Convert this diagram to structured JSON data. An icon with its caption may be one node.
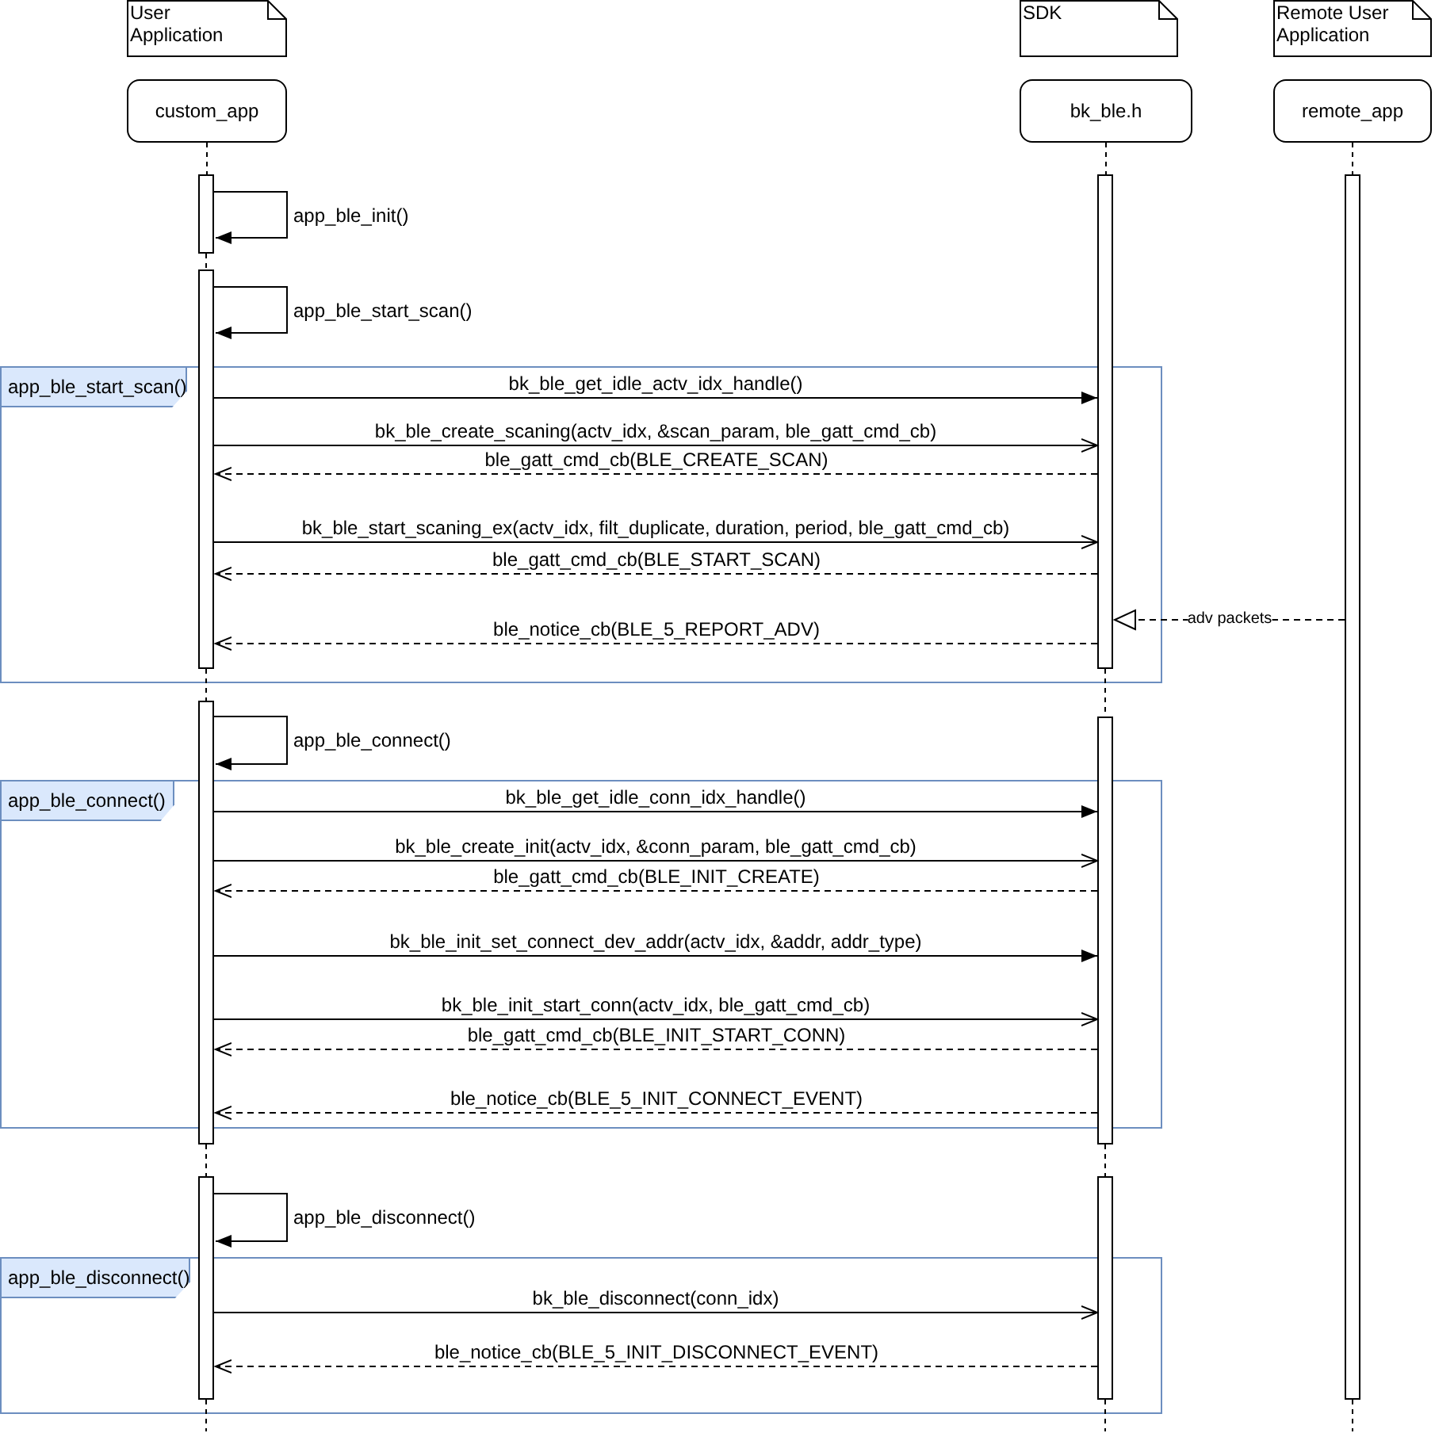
{
  "diagram": {
    "nodes": [
      {
        "text": [
          "User Application"
        ]
      },
      {
        "text": [
          "SDK"
        ]
      },
      {
        "text": [
          "Remote User Application"
        ]
      },
      {
        "text": [
          "custom_app"
        ]
      },
      {
        "text": [
          "bk_ble.h"
        ]
      },
      {
        "text": [
          "remote_app"
        ]
      },
      {
        "text": [],
        "shape": "bar"
      },
      {
        "text": [],
        "shape": "bar"
      },
      {
        "text": [],
        "shape": "bar"
      },
      {
        "text": [],
        "shape": "bar"
      },
      {
        "text": [
          "app_ble_start_scan()"
        ]
      },
      {
        "text": [],
        "shape": "bar"
      },
      {
        "text": [],
        "shape": "bar"
      },
      {
        "text": [
          "app_ble_connect()"
        ]
      },
      {
        "text": [],
        "shape": "bar"
      },
      {
        "text": [],
        "shape": "bar"
      },
      {
        "text": [
          "app_ble_disconnect()"
        ]
      }
    ],
    "edges": [
      {
        "from": 6,
        "to": 6,
        "arrow": "to",
        "label": "app_ble_init()"
      },
      {
        "from": 9,
        "to": 9,
        "arrow": "to",
        "label": "app_ble_start_scan()"
      },
      {
        "from": 9,
        "to": 7,
        "arrow": "to",
        "label": "bk_ble_get_idle_actv_idx_handle()"
      },
      {
        "from": 9,
        "to": 7,
        "arrow": "to",
        "label": "bk_ble_create_scaning(actv_idx, &scan_param, ble_gatt_cmd_cb)"
      },
      {
        "from": 7,
        "to": 9,
        "arrow": "to",
        "label": "ble_gatt_cmd_cb(BLE_CREATE_SCAN)",
        "style": "dashed"
      },
      {
        "from": 9,
        "to": 7,
        "arrow": "to",
        "label": "bk_ble_start_scaning_ex(actv_idx, filt_duplicate, duration, period, ble_gatt_cmd_cb)"
      },
      {
        "from": 7,
        "to": 9,
        "arrow": "to",
        "label": "ble_gatt_cmd_cb(BLE_START_SCAN)",
        "style": "dashed"
      },
      {
        "from": 8,
        "to": 7,
        "arrow": "to",
        "label": "adv packets",
        "style": "dashed"
      },
      {
        "from": 7,
        "to": 9,
        "arrow": "to",
        "label": "ble_notice_cb(BLE_5_REPORT_ADV)",
        "style": "dashed"
      },
      {
        "from": 11,
        "to": 11,
        "arrow": "to",
        "label": "app_ble_connect()"
      },
      {
        "from": 11,
        "to": 12,
        "arrow": "to",
        "label": "bk_ble_get_idle_conn_idx_handle()"
      },
      {
        "from": 11,
        "to": 12,
        "arrow": "to",
        "label": "bk_ble_create_init(actv_idx, &conn_param, ble_gatt_cmd_cb)"
      },
      {
        "from": 12,
        "to": 11,
        "arrow": "to",
        "label": "ble_gatt_cmd_cb(BLE_INIT_CREATE)",
        "style": "dashed"
      },
      {
        "from": 11,
        "to": 12,
        "arrow": "to",
        "label": "bk_ble_init_set_connect_dev_addr(actv_idx, &addr, addr_type)"
      },
      {
        "from": 11,
        "to": 12,
        "arrow": "to",
        "label": "bk_ble_init_start_conn(actv_idx, ble_gatt_cmd_cb)"
      },
      {
        "from": 12,
        "to": 11,
        "arrow": "to",
        "label": "ble_gatt_cmd_cb(BLE_INIT_START_CONN)",
        "style": "dashed"
      },
      {
        "from": 12,
        "to": 11,
        "arrow": "to",
        "label": "ble_notice_cb(BLE_5_INIT_CONNECT_EVENT)",
        "style": "dashed"
      },
      {
        "from": 14,
        "to": 14,
        "arrow": "to",
        "label": "app_ble_disconnect()"
      },
      {
        "from": 14,
        "to": 15,
        "arrow": "to",
        "label": "bk_ble_disconnect(conn_idx)"
      },
      {
        "from": 15,
        "to": 14,
        "arrow": "to",
        "label": "ble_notice_cb(BLE_5_INIT_DISCONNECT_EVENT)",
        "style": "dashed"
      },
      {
        "from": 3,
        "to": 6,
        "arrow": "none",
        "style": "dashed"
      },
      {
        "from": 6,
        "to": 9,
        "arrow": "none",
        "style": "dashed"
      },
      {
        "from": 9,
        "to": 11,
        "arrow": "none",
        "style": "dashed"
      },
      {
        "from": 11,
        "to": 14,
        "arrow": "none",
        "style": "dashed"
      },
      {
        "from": 14,
        "to": null,
        "arrow": "none",
        "style": "dashed"
      },
      {
        "from": 4,
        "to": 7,
        "arrow": "none",
        "style": "dashed"
      },
      {
        "from": 7,
        "to": 12,
        "arrow": "none",
        "style": "dashed"
      },
      {
        "from": 12,
        "to": 15,
        "arrow": "none",
        "style": "dashed"
      },
      {
        "from": 15,
        "to": null,
        "arrow": "none",
        "style": "dashed"
      },
      {
        "from": 5,
        "to": 8,
        "arrow": "none",
        "style": "dashed"
      },
      {
        "from": 8,
        "to": null,
        "arrow": "none",
        "style": "dashed"
      }
    ]
  }
}
